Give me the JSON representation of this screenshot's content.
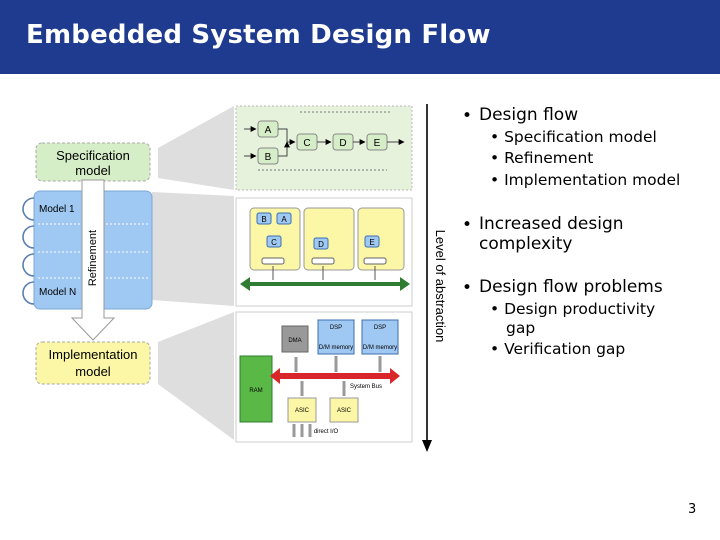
{
  "slide": {
    "title": "Embedded System Design Flow",
    "page_number": "3"
  },
  "bullets": [
    {
      "text": "Design flow",
      "subs": [
        "Specification model",
        "Refinement",
        "Implementation model"
      ]
    },
    {
      "text_lines": [
        "Increased design",
        "complexity"
      ]
    },
    {
      "text": "Design flow problems",
      "subs_lines": [
        [
          "Design productivity",
          "gap"
        ],
        [
          "Verification gap"
        ]
      ]
    }
  ],
  "diagram": {
    "spec_label": [
      "Specification",
      "model"
    ],
    "impl_label": [
      "Implementation",
      "model"
    ],
    "model_1": "Model 1",
    "model_n": "Model N",
    "refinement": "Refinement",
    "axis_label": "Level of abstraction",
    "top_nodes": [
      "A",
      "B",
      "C",
      "D",
      "E"
    ],
    "mid_nodes": [
      "B",
      "A",
      "C",
      "D",
      "E"
    ],
    "hw_blocks": {
      "dma": "DMA",
      "dsp1": "DSP",
      "dsp2": "DSP",
      "mem1": "D/M memory",
      "mem2": "D/M memory",
      "ram": "RAM",
      "asic1": "ASIC",
      "asic2": "ASIC",
      "bus": "System Bus",
      "io": "direct I/O"
    },
    "colors": {
      "title_bar": "#1f3b8f",
      "spec_fill": "#d6eec8",
      "model_fill": "#9fc8f2",
      "impl_fill": "#fbf7a6",
      "bus_red": "#d8262a",
      "ram_green": "#5ab846"
    }
  }
}
